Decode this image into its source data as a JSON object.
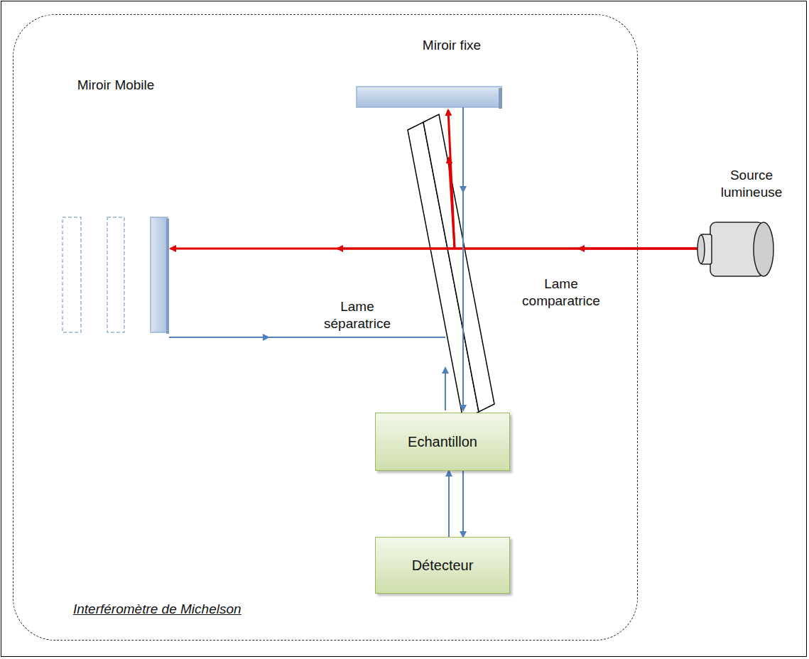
{
  "diagram": {
    "nodes": [
      {
        "text": [
          "Interféromètre de Michelson"
        ]
      },
      {
        "text": [
          "Echantillon"
        ],
        "in": 0
      },
      {
        "text": [
          "Détecteur"
        ],
        "in": 0
      }
    ],
    "edges": [
      {
        "from": 1,
        "to": 2,
        "arrow": "to"
      },
      {
        "from": 2,
        "to": 1,
        "arrow": "to"
      }
    ],
    "labels": [
      "Miroir fixe",
      "Miroir Mobile",
      "Source lumineuse",
      "Lame comparatrice",
      "Lame séparatrice"
    ]
  }
}
